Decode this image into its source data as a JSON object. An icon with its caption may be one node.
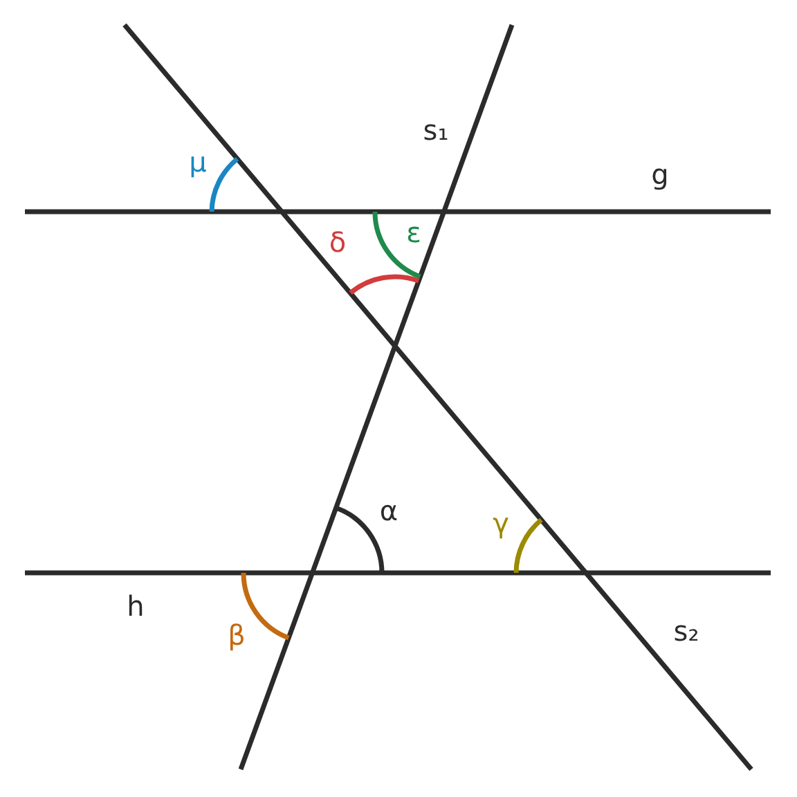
{
  "diagram": {
    "labels": [
      "s₁",
      "μ",
      "g",
      "ε",
      "δ",
      "α",
      "γ",
      "h",
      "s₂",
      "β"
    ]
  }
}
